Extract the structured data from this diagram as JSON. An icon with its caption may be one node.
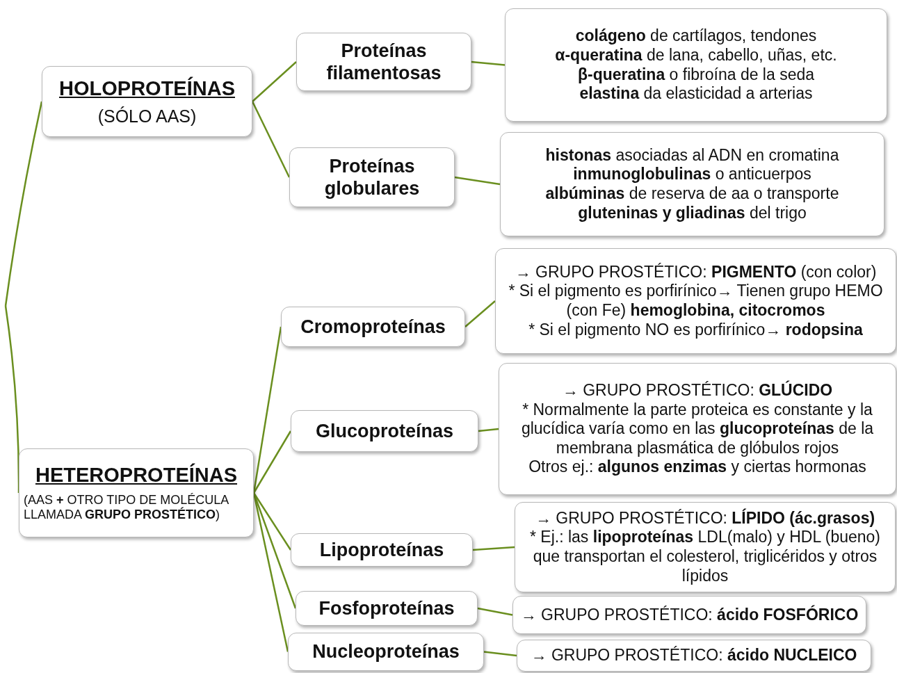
{
  "diagram": {
    "nodes": [
      {
        "text": [
          "HOLOPROTEÍNAS",
          "(SÓLO AAS)"
        ]
      },
      {
        "text": [
          "Proteínas filamentosas"
        ]
      },
      {
        "text": [
          "**colágeno** de cartílagos, tendones",
          "**α-queratina** de lana, cabello, uñas, etc.",
          "**β-queratina** o fibroína de la seda",
          "**elastina** da elasticidad a arterias"
        ]
      },
      {
        "text": [
          "Proteínas globulares"
        ]
      },
      {
        "text": [
          "**histonas** asociadas al ADN en cromatina",
          "**inmunoglobulinas** o anticuerpos",
          "**albúminas** de reserva de aa o transporte",
          "**gluteninas y gliadinas** del trigo"
        ]
      },
      {
        "text": [
          "HETEROPROTEÍNAS",
          "(AAS **+** OTRO TIPO DE MOLÉCULA LLAMADA **GRUPO PROSTÉTICO**)"
        ]
      },
      {
        "text": [
          "Cromoproteínas"
        ]
      },
      {
        "text": [
          "→ GRUPO PROSTÉTICO: **PIGMENTO** (con color)",
          "* Si el pigmento es porfirínico→ Tienen grupo HEMO (con Fe) **hemoglobina, citocromos**",
          "* Si el pigmento NO es porfirínico→ **rodopsina**"
        ]
      },
      {
        "text": [
          "Glucoproteínas"
        ]
      },
      {
        "text": [
          "→ GRUPO PROSTÉTICO: **GLÚCIDO**",
          "* Normalmente la parte proteica es constante y la glucídica varía como en las **glucoproteínas** de la membrana plasmática de glóbulos rojos",
          "Otros ej.: **algunos enzimas** y ciertas hormonas"
        ]
      },
      {
        "text": [
          "Lipoproteínas"
        ]
      },
      {
        "text": [
          "→ GRUPO PROSTÉTICO: **LÍPIDO (ác.grasos)**",
          "* Ej.: las **lipoproteínas** LDL(malo) y HDL (bueno) que transportan el colesterol, triglicéridos y otros lípidos"
        ]
      },
      {
        "text": [
          "Fosfoproteínas"
        ]
      },
      {
        "text": [
          "→ GRUPO PROSTÉTICO: **ácido FOSFÓRICO**"
        ]
      },
      {
        "text": [
          "Nucleoproteínas"
        ]
      },
      {
        "text": [
          "→ GRUPO PROSTÉTICO: **ácido NUCLEICO**"
        ]
      }
    ],
    "edges": [
      {
        "from": null,
        "to": 0,
        "arrow": "none"
      },
      {
        "from": null,
        "to": 5,
        "arrow": "none"
      },
      {
        "from": 0,
        "to": 1,
        "arrow": "none"
      },
      {
        "from": 0,
        "to": 3,
        "arrow": "none"
      },
      {
        "from": 1,
        "to": 2,
        "arrow": "none"
      },
      {
        "from": 3,
        "to": 4,
        "arrow": "none"
      },
      {
        "from": 5,
        "to": 6,
        "arrow": "none"
      },
      {
        "from": 5,
        "to": 8,
        "arrow": "none"
      },
      {
        "from": 5,
        "to": 10,
        "arrow": "none"
      },
      {
        "from": 5,
        "to": 12,
        "arrow": "none"
      },
      {
        "from": 5,
        "to": 14,
        "arrow": "none"
      },
      {
        "from": 6,
        "to": 7,
        "arrow": "none"
      },
      {
        "from": 8,
        "to": 9,
        "arrow": "none"
      },
      {
        "from": 10,
        "to": 11,
        "arrow": "none"
      },
      {
        "from": 12,
        "to": 13,
        "arrow": "none"
      },
      {
        "from": 14,
        "to": 15,
        "arrow": "none"
      }
    ]
  }
}
